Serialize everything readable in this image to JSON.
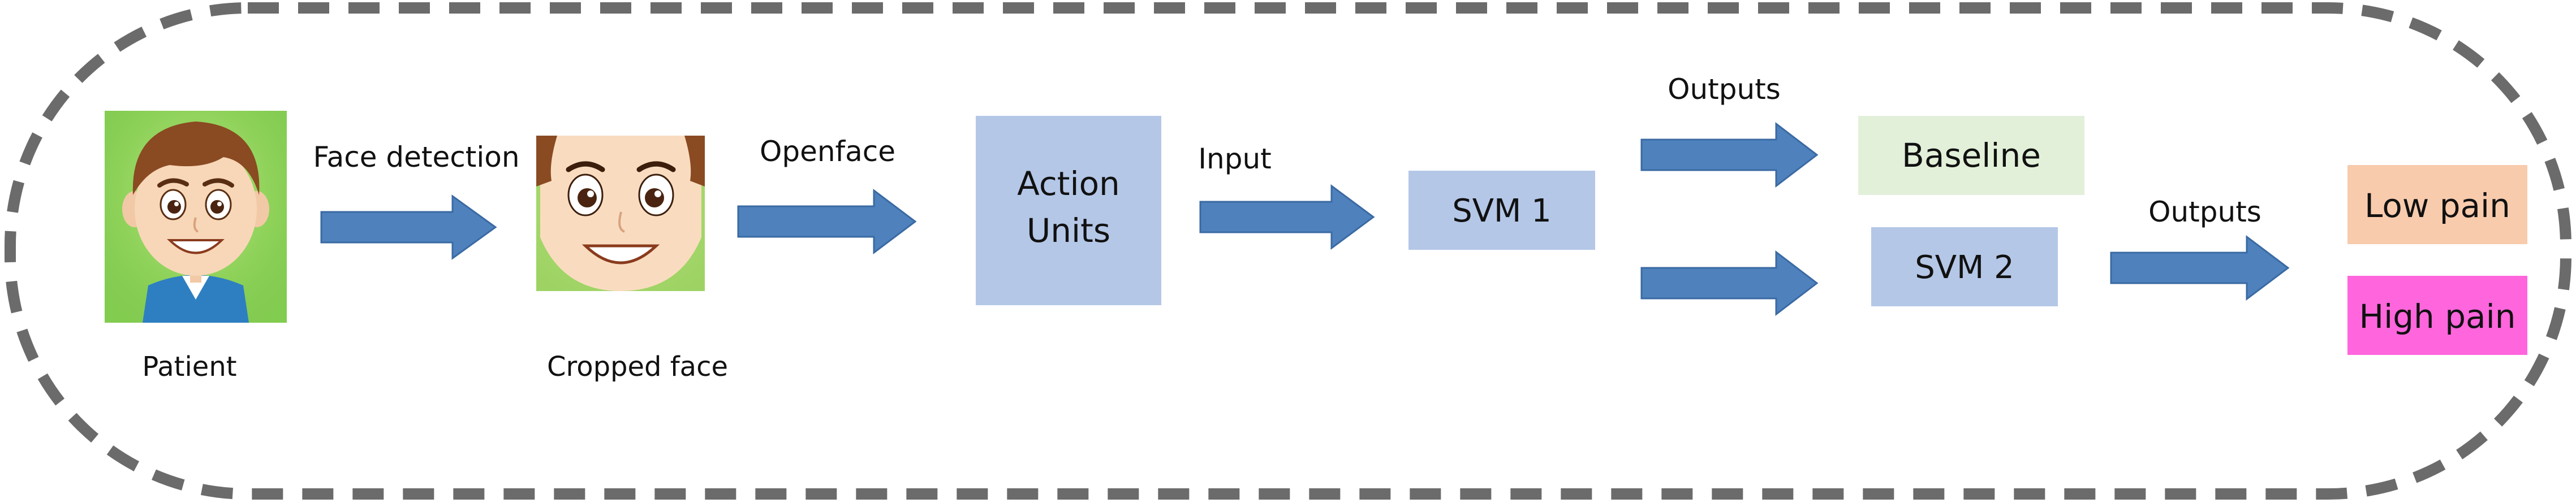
{
  "diagram": {
    "patient": {
      "caption": "Patient"
    },
    "face_detection": {
      "label": "Face detection"
    },
    "cropped_face": {
      "caption": "Cropped face"
    },
    "openface": {
      "label": "Openface"
    },
    "action_units": {
      "line1": "Action",
      "line2": "Units"
    },
    "input": {
      "label": "Input"
    },
    "svm1": {
      "label": "SVM 1"
    },
    "outputs_top": {
      "label": "Outputs"
    },
    "baseline": {
      "label": "Baseline"
    },
    "svm2": {
      "label": "SVM 2"
    },
    "outputs_right": {
      "label": "Outputs"
    },
    "low_pain": {
      "label": "Low pain"
    },
    "high_pain": {
      "label": "High pain"
    }
  },
  "colors": {
    "border": "#6b6b6b",
    "arrow": "#4f81bd",
    "arrow_stroke": "#3a6aa3",
    "action_units_box": "#b4c7e7",
    "svm_box": "#b4c7e7",
    "baseline_box": "#e2f0d9",
    "low_pain_box": "#f8cbad",
    "high_pain_box": "#ff66dd",
    "patient_bg": "#8cd15a",
    "cropped_bg": "#a8d86e"
  },
  "icons": {
    "patient": "cartoon-boy-portrait-icon",
    "cropped_face": "cartoon-face-closeup-icon"
  }
}
